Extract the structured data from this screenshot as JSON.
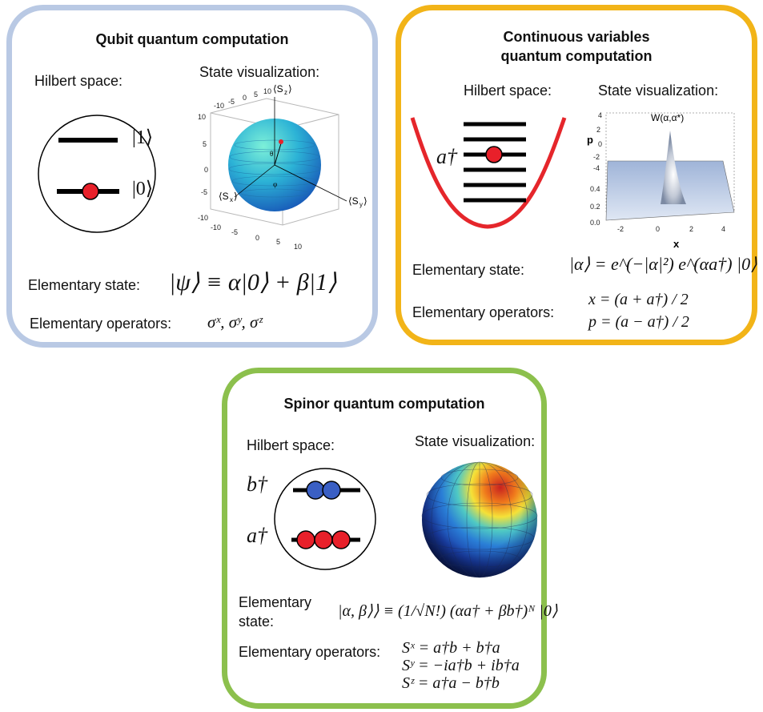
{
  "qubit": {
    "title": "Qubit quantum computation",
    "hilbert_label": "Hilbert space:",
    "state_vis_label": "State visualization:",
    "ket1": "|1⟩",
    "ket0": "|0⟩",
    "sphere_axes": {
      "sz": "⟨S_z⟩",
      "sx": "⟨S_x⟩",
      "sy": "⟨S_y⟩",
      "theta": "θ",
      "phi": "φ"
    },
    "sphere_ticks": [
      "-10",
      "-5",
      "0",
      "5",
      "10"
    ],
    "elementary_state_label": "Elementary state:",
    "elementary_state": "|ψ⟩ ≡ α|0⟩ + β|1⟩",
    "elementary_ops_label": "Elementary operators:",
    "elementary_ops": "σˣ, σʸ, σᶻ"
  },
  "cv": {
    "title_line1": "Continuous variables",
    "title_line2": "quantum computation",
    "hilbert_label": "Hilbert space:",
    "state_vis_label": "State visualization:",
    "creation_op": "a†",
    "wigner_title": "W(α,α*)",
    "p_axis": "p",
    "x_axis": "x",
    "p_ticks": [
      "4",
      "2",
      "0",
      "-2",
      "-4"
    ],
    "w_ticks": [
      "0.4",
      "0.2",
      "0.0"
    ],
    "x_ticks": [
      "-2",
      "0",
      "2",
      "4"
    ],
    "elementary_state_label": "Elementary state:",
    "elementary_state": "|α⟩ = e^(−|α|²) e^(αa†) |0⟩",
    "elementary_ops_label": "Elementary operators:",
    "op_x": "x = (a + a†) / 2",
    "op_p": "p = (a − a†) / 2"
  },
  "spinor": {
    "title": "Spinor quantum computation",
    "hilbert_label": "Hilbert space:",
    "state_vis_label": "State visualization:",
    "b_dagger": "b†",
    "a_dagger": "a†",
    "elementary_state_label_1": "Elementary",
    "elementary_state_label_2": "state:",
    "elementary_state": "|α, β⟩⟩ ≡ (1/√N!) (αa† + βb†)ᴺ |0⟩",
    "elementary_ops_label": "Elementary operators:",
    "op_sx": "Sˣ = a†b + b†a",
    "op_sy": "Sʸ = −ia†b + ib†a",
    "op_sz": "Sᶻ = a†a − b†b"
  },
  "colors": {
    "qubit_border": "#b9c9e4",
    "cv_border": "#f2b418",
    "spinor_border": "#8cc04d",
    "particle_red": "#e8202a",
    "particle_blue": "#3a5fc4",
    "potential": "#e5262b"
  }
}
